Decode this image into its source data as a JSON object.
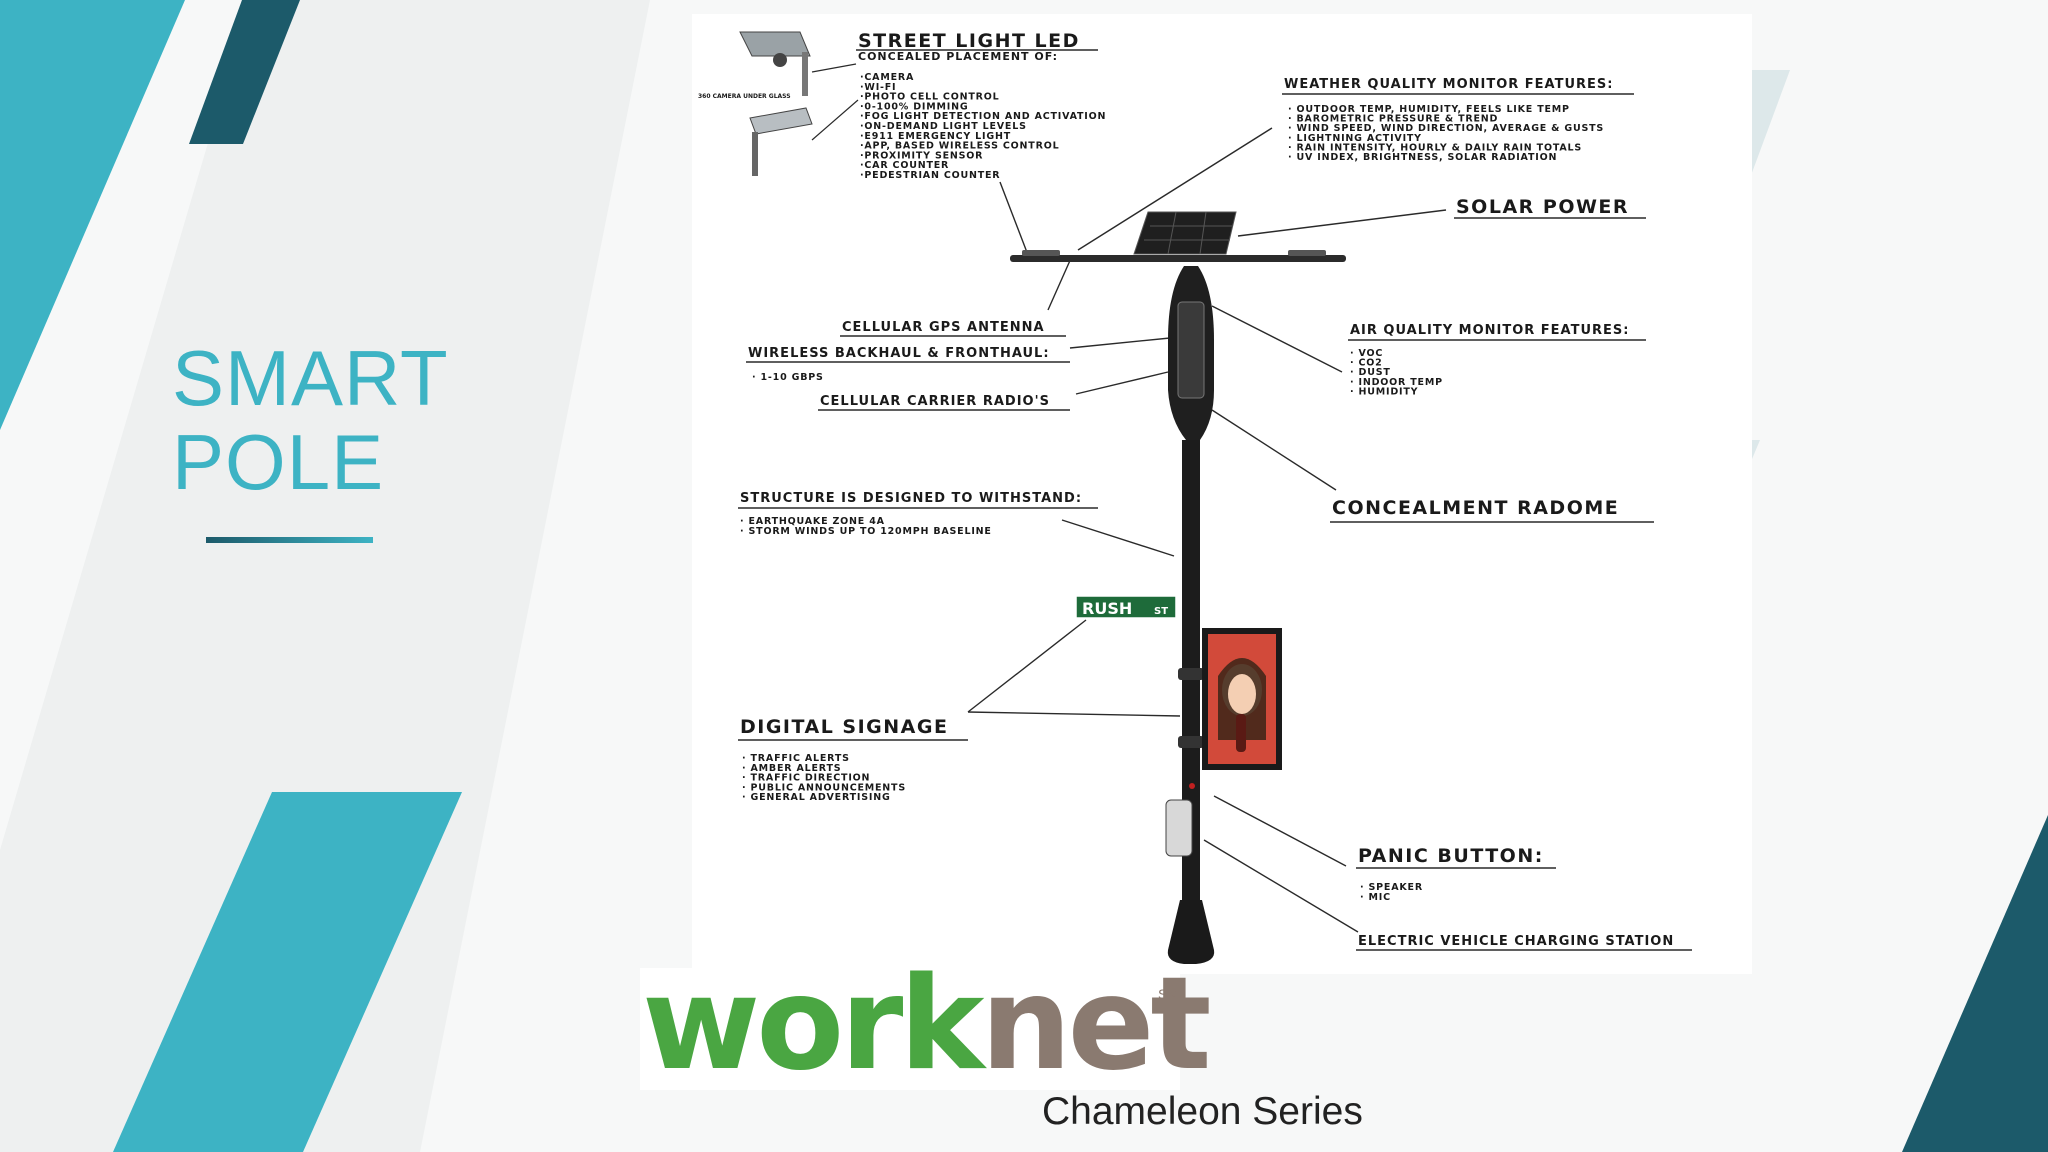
{
  "slide": {
    "title_line1": "SMART",
    "title_line2": "POLE"
  },
  "colors": {
    "accent": "#3db3c4",
    "dark_accent": "#1c5a6a",
    "logo_green": "#4aa642",
    "logo_brown": "#8a7a70"
  },
  "diagram": {
    "street_light": {
      "title": "STREET LIGHT LED",
      "subtitle": "CONCEALED PLACEMENT OF:",
      "items": [
        "CAMERA",
        "WI-FI",
        "PHOTO CELL CONTROL",
        "0-100% DIMMING",
        "FOG LIGHT DETECTION AND ACTIVATION",
        "ON-DEMAND LIGHT LEVELS",
        "E911 EMERGENCY LIGHT",
        "APP, BASED WIRELESS CONTROL",
        "PROXIMITY SENSOR",
        "CAR COUNTER",
        "PEDESTRIAN COUNTER"
      ],
      "camera_note": "360 CAMERA UNDER GLASS"
    },
    "weather": {
      "title": "WEATHER QUALITY MONITOR FEATURES:",
      "items": [
        "OUTDOOR TEMP, HUMIDITY, FEELS LIKE TEMP",
        "BAROMETRIC PRESSURE & TREND",
        "WIND SPEED, WIND DIRECTION, AVERAGE & GUSTS",
        "LIGHTNING ACTIVITY",
        "RAIN INTENSITY, HOURLY & DAILY RAIN TOTALS",
        "UV INDEX, BRIGHTNESS, SOLAR RADIATION"
      ]
    },
    "solar": {
      "title": "SOLAR POWER"
    },
    "cellular_gps": {
      "title": "CELLULAR GPS ANTENNA"
    },
    "wireless": {
      "title": "WIRELESS BACKHAUL & FRONTHAUL:",
      "items": [
        "1-10 GBPS"
      ]
    },
    "carrier": {
      "title": "CELLULAR CARRIER RADIO'S"
    },
    "air_quality": {
      "title": "AIR QUALITY MONITOR FEATURES:",
      "items": [
        "VOC",
        "CO2",
        "DUST",
        "INDOOR TEMP",
        "HUMIDITY"
      ]
    },
    "structure": {
      "title": "STRUCTURE IS DESIGNED TO WITHSTAND:",
      "items": [
        "EARTHQUAKE ZONE 4A",
        "STORM WINDS UP TO 120MPH BASELINE"
      ]
    },
    "radome": {
      "title": "CONCEALMENT RADOME"
    },
    "street_sign": {
      "name": "RUSH",
      "suffix": "ST"
    },
    "signage": {
      "title": "DIGITAL SIGNAGE",
      "items": [
        "TRAFFIC ALERTS",
        "AMBER ALERTS",
        "TRAFFIC DIRECTION",
        "PUBLIC ANNOUNCEMENTS",
        "GENERAL ADVERTISING"
      ]
    },
    "panic": {
      "title": "PANIC BUTTON:",
      "items": [
        "SPEAKER",
        "MIC"
      ]
    },
    "ev": {
      "title": "ELECTRIC VEHICLE CHARGING STATION"
    }
  },
  "logo": {
    "part1": "work",
    "part2": "net",
    "mark": "SM"
  },
  "series": "Chameleon Series"
}
